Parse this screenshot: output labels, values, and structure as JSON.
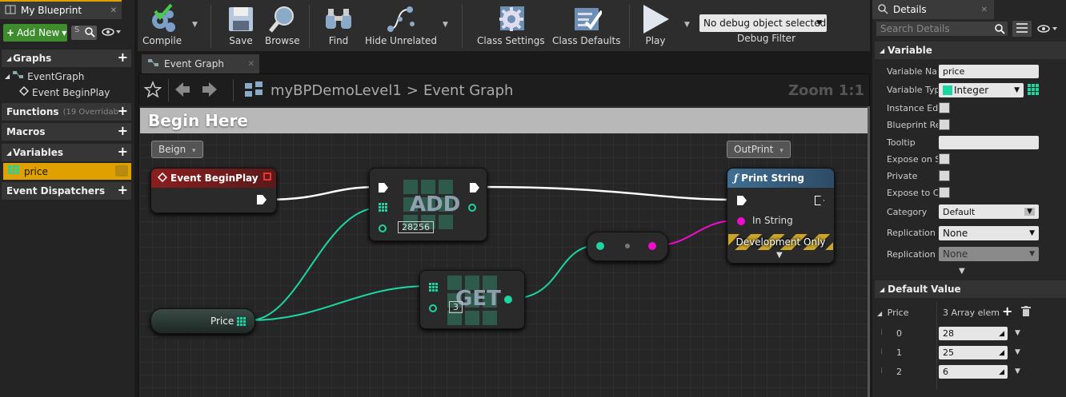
{
  "left_panel": {
    "tab_title": "My Blueprint",
    "add_new": "Add New",
    "search_hint": "S",
    "sections": {
      "graphs": "Graphs",
      "functions": "Functions",
      "functions_note": "(19 Overridab",
      "macros": "Macros",
      "variables": "Variables",
      "dispatchers": "Event Dispatchers"
    },
    "graph_items": [
      "EventGraph",
      "Event BeginPlay"
    ],
    "variable_items": [
      "price"
    ]
  },
  "toolbar": {
    "compile": "Compile",
    "save": "Save",
    "browse": "Browse",
    "find": "Find",
    "hide_unrelated": "Hide Unrelated",
    "class_settings": "Class Settings",
    "class_defaults": "Class Defaults",
    "play": "Play",
    "debug_select": "No debug object selected",
    "debug_filter": "Debug Filter"
  },
  "graph": {
    "tab_title": "Event Graph",
    "breadcrumb_root": "myBPDemoLevel1",
    "breadcrumb_sep": ">",
    "breadcrumb_current": "Event Graph",
    "zoom": "Zoom 1:1",
    "comment": "Begin Here",
    "bubbles": {
      "begin": "Beign",
      "outprint": "OutPrint"
    },
    "nodes": {
      "begin_play": "Event BeginPlay",
      "add_label": "ADD",
      "add_index": "28256",
      "get_label": "GET",
      "get_index": "3",
      "print_string": "Print String",
      "in_string": "In String",
      "dev_only": "Development Only",
      "price_var": "Price"
    }
  },
  "details": {
    "tab_title": "Details",
    "search_placeholder": "Search Details",
    "variable_section": "Variable",
    "default_section": "Default Value",
    "labels": {
      "var_name": "Variable Na",
      "var_type": "Variable Typ",
      "instance_editable": "Instance Ed",
      "bp_readonly": "Blueprint Re",
      "tooltip": "Tooltip",
      "expose_spawn": "Expose on S",
      "private": "Private",
      "expose_cinematics": "Expose to C",
      "category": "Category",
      "replication": "Replication",
      "replication2": "Replication"
    },
    "values": {
      "var_name": "price",
      "var_type": "Integer",
      "tooltip": "",
      "category": "Default",
      "replication": "None",
      "replication2": "None"
    },
    "array": {
      "label": "Price",
      "count": "3 Array elem",
      "items": [
        {
          "index": "0",
          "value": "28"
        },
        {
          "index": "1",
          "value": "25"
        },
        {
          "index": "2",
          "value": "6"
        }
      ]
    }
  },
  "colors": {
    "accent": "#e0a100",
    "int_pin": "#1dd4a3",
    "string_pin": "#f20cce",
    "event_head": "#8a1e1e",
    "function_head": "#3f6f93"
  }
}
